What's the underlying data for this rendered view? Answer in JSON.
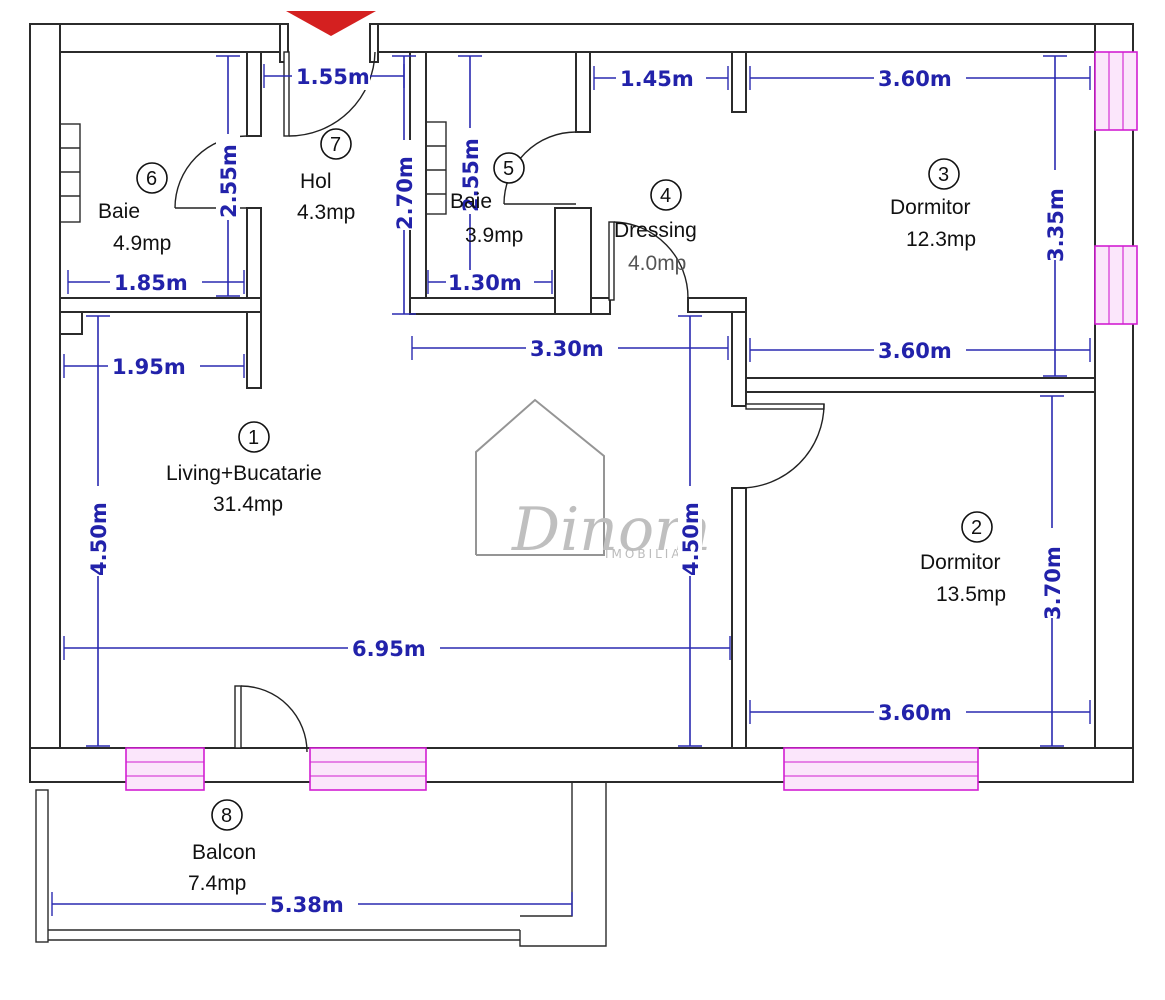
{
  "entrance_arrow_color": "#d42020",
  "dimension_color": "#2222aa",
  "window_color": "#d21fd2",
  "rooms": [
    {
      "number": "1",
      "name": "Living+Bucatarie",
      "area": "31.4mp"
    },
    {
      "number": "2",
      "name": "Dormitor",
      "area": "13.5mp"
    },
    {
      "number": "3",
      "name": "Dormitor",
      "area": "12.3mp"
    },
    {
      "number": "4",
      "name": "Dressing",
      "area": "4.0mp"
    },
    {
      "number": "5",
      "name": "Baie",
      "area": "3.9mp"
    },
    {
      "number": "6",
      "name": "Baie",
      "area": "4.9mp"
    },
    {
      "number": "7",
      "name": "Hol",
      "area": "4.3mp"
    },
    {
      "number": "8",
      "name": "Balcon",
      "area": "7.4mp"
    }
  ],
  "dimensions": {
    "hol_width": "1.55m",
    "dressing_top": "1.45m",
    "dorm3_top": "3.60m",
    "dorm3_height": "3.35m",
    "baie6_height": "2.55m",
    "hol_height": "2.70m",
    "baie5_height": "2.55m",
    "baie6_width": "1.85m",
    "baie5_width": "1.30m",
    "living_top_left": "1.95m",
    "living_top_right": "3.30m",
    "dorm3_bottom": "3.60m",
    "living_height_left": "4.50m",
    "living_height_right": "4.50m",
    "living_width": "6.95m",
    "dorm2_height": "3.70m",
    "dorm2_width": "3.60m",
    "balcon_width": "5.38m"
  },
  "watermark": {
    "brand": "Dinom",
    "subtitle": "IMOBILIARE"
  }
}
